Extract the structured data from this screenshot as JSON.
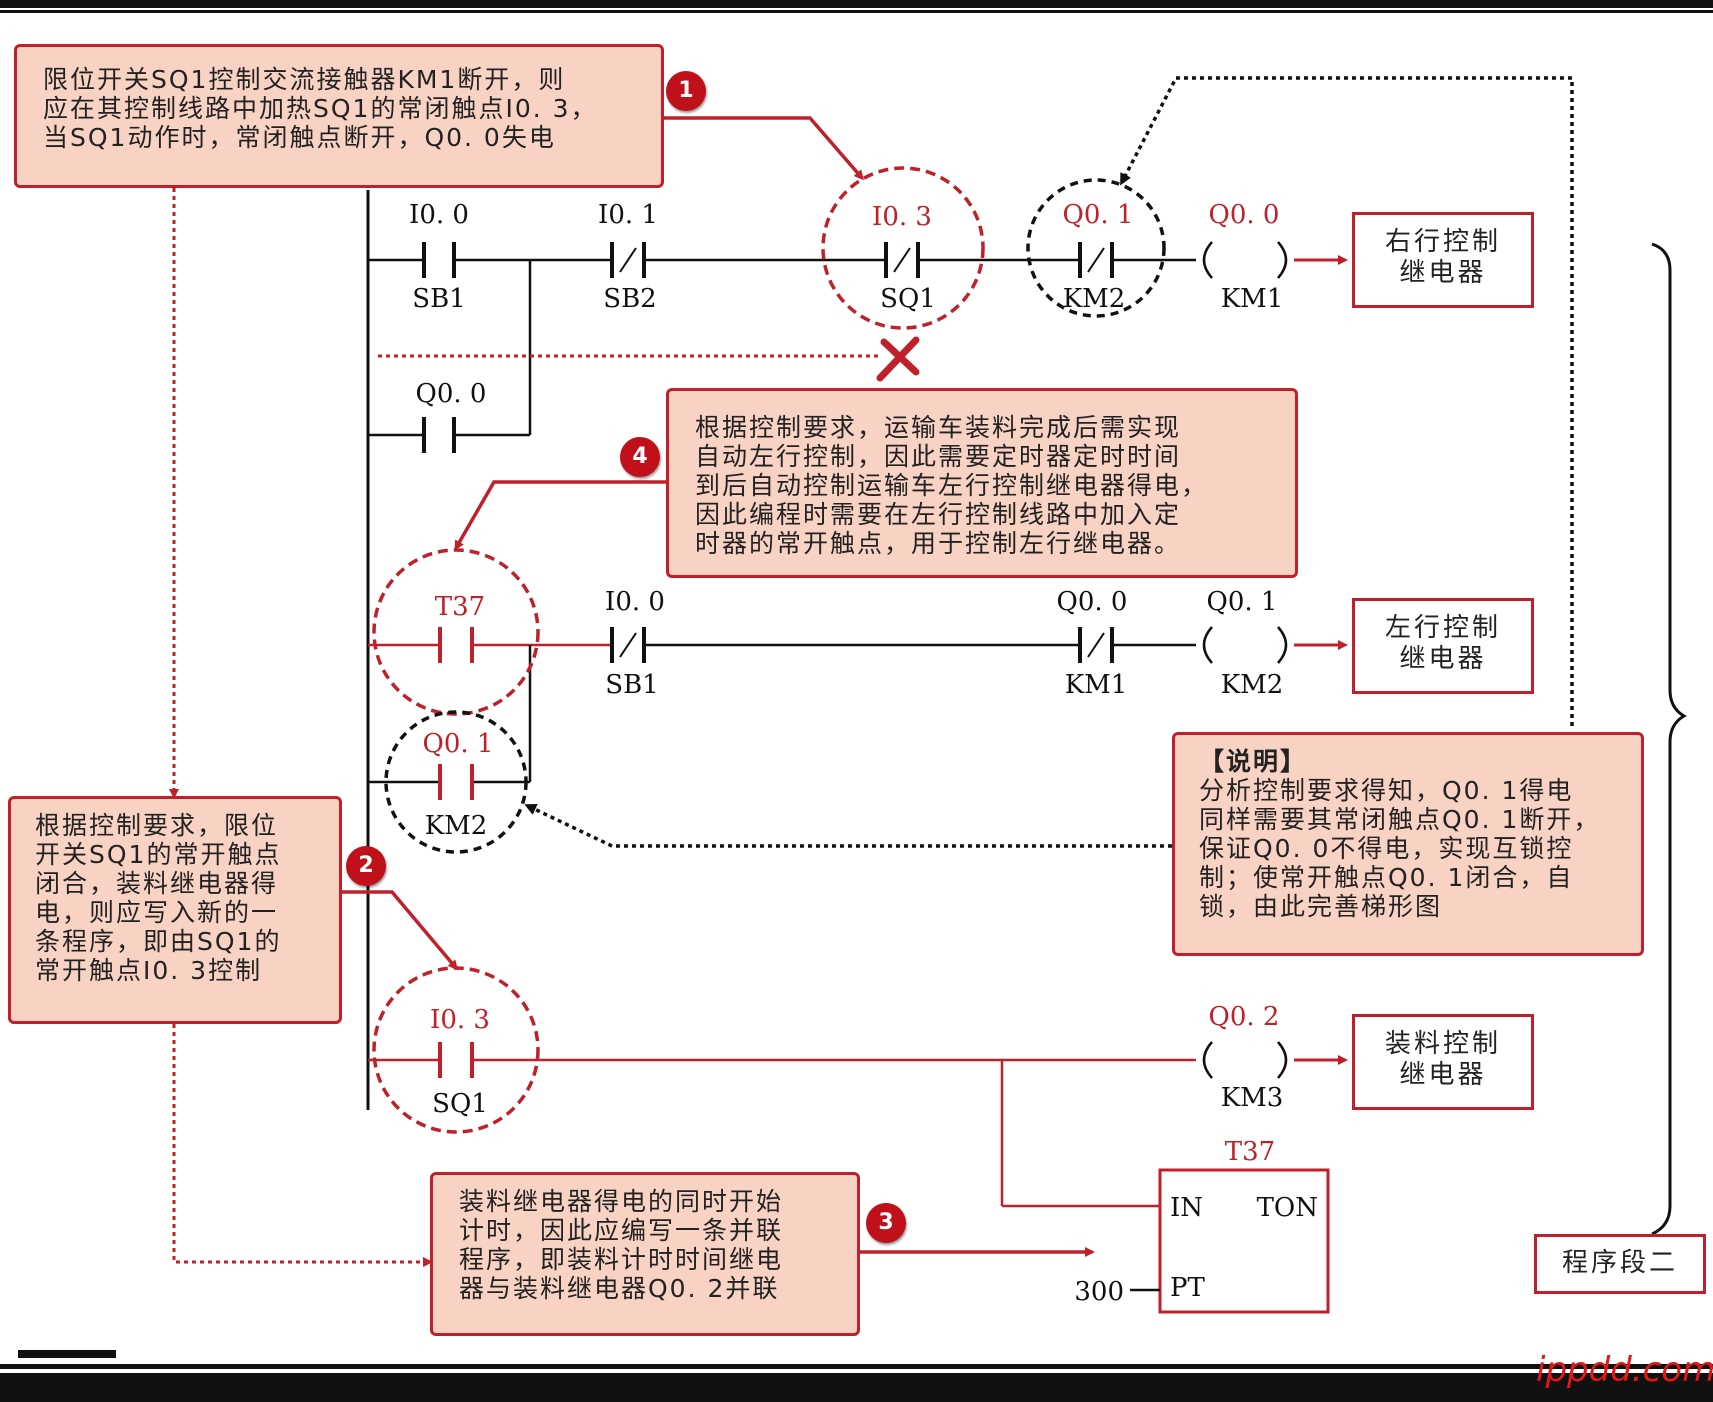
{
  "contacts": {
    "r1_i00": {
      "addr": "I0. 0",
      "dev": "SB1"
    },
    "r1_i01": {
      "addr": "I0. 1",
      "dev": "SB2"
    },
    "r1_i03": {
      "addr": "I0. 3",
      "dev": "SQ1"
    },
    "r1_q01": {
      "addr": "Q0. 1",
      "dev": "KM2"
    },
    "r1_coil": {
      "addr": "Q0. 0",
      "dev": "KM1"
    },
    "r2_q00": {
      "addr": "Q0. 0"
    },
    "r3_t37": {
      "addr": "T37"
    },
    "r3_i00": {
      "addr": "I0. 0",
      "dev": "SB1"
    },
    "r3_q00": {
      "addr": "Q0. 0",
      "dev": "KM1"
    },
    "r3_coil": {
      "addr": "Q0. 1",
      "dev": "KM2"
    },
    "r4_q01": {
      "addr": "Q0. 1",
      "dev": "KM2"
    },
    "r5_i03": {
      "addr": "I0. 3",
      "dev": "SQ1"
    },
    "r5_coil": {
      "addr": "Q0. 2",
      "dev": "KM3"
    }
  },
  "timer": {
    "name": "T37",
    "in": "IN",
    "type": "TON",
    "pt": "PT",
    "preset": "300"
  },
  "notes": {
    "n1": [
      "限位开关SQ1控制交流接触器KM1断开，则",
      "应在其控制线路中加热SQ1的常闭触点I0. 3，",
      "当SQ1动作时，常闭触点断开，Q0. 0失电"
    ],
    "n2": [
      "根据控制要求，限位",
      "开关SQ1的常开触点",
      "闭合，装料继电器得",
      "电，则应写入新的一",
      "条程序，即由SQ1的",
      "常开触点I0. 3控制"
    ],
    "n3": [
      "装料继电器得电的同时开始",
      "计时，因此应编写一条并联",
      "程序，即装料计时时间继电",
      "器与装料继电器Q0. 2并联"
    ],
    "n4": [
      "根据控制要求，运输车装料完成后需实现",
      "自动左行控制，因此需要定时器定时时间",
      "到后自动控制运输车左行控制继电器得电，",
      "因此编程时需要在左行控制线路中加入定",
      "时器的常开触点，用于控制左行继电器。"
    ],
    "explain": [
      "【说明】",
      "分析控制要求得知，Q0. 1得电",
      "同样需要其常闭触点Q0. 1断开，",
      "保证Q0. 0不得电，实现互锁控",
      "制；使常开触点Q0. 1闭合，自",
      "锁，由此完善梯形图"
    ]
  },
  "relays": {
    "right": [
      "右行控制",
      "继电器"
    ],
    "left": [
      "左行控制",
      "继电器"
    ],
    "load": [
      "装料控制",
      "继电器"
    ]
  },
  "badges": [
    "1",
    "2",
    "3",
    "4"
  ],
  "segment_label": "程序段二",
  "watermark": "ippdd.com",
  "colors": {
    "red": "#c0202a",
    "fill": "#f8d2c2",
    "line": "#111111"
  }
}
